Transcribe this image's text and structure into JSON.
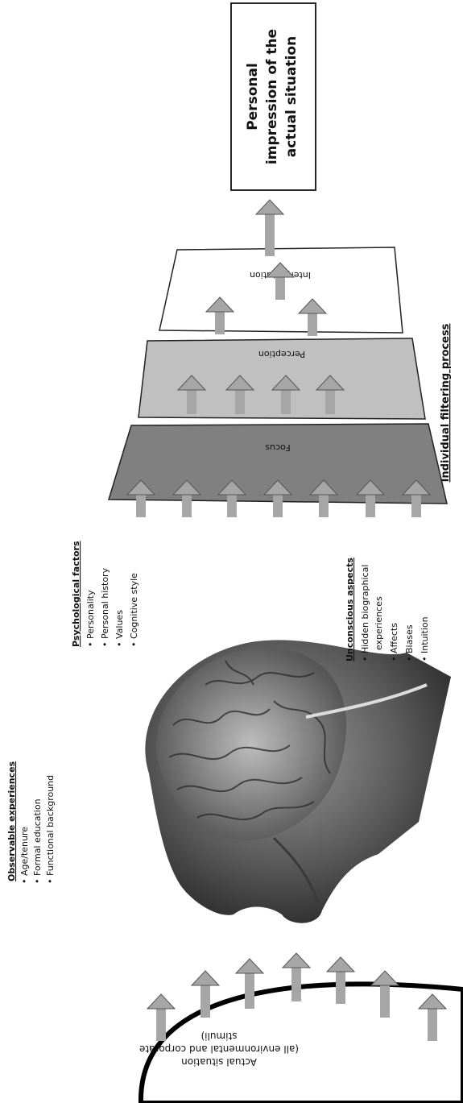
{
  "title": "Individual filtering process",
  "observable": {
    "heading": "Observable experiences",
    "items": [
      "• Age/tenure",
      "• Formal education",
      "• Functional background"
    ]
  },
  "psychological": {
    "heading": "Psychological factors",
    "items": [
      "•  Personality",
      "•  Personal history",
      "•  Values",
      "•  Cognitive style"
    ]
  },
  "unconscious": {
    "heading": "Unconscious aspects",
    "items": [
      "•  Hidden biographical",
      "    experiences",
      "•  Affects",
      "•  Biases",
      "•  Intuition"
    ]
  },
  "layers": {
    "focus": "Focus",
    "perception": "Perception",
    "interpretation": "Interpretation"
  },
  "result": {
    "lines": [
      "Personal",
      "impression of the",
      "actual situation"
    ]
  },
  "situation": {
    "lines": [
      "Actual situation",
      "(all environmental and corporate",
      "stimuli)"
    ]
  },
  "colors": {
    "arrow": "#a6a6a6",
    "focus_fill": "#808080",
    "perception_fill": "#c0c0c0",
    "interpretation_fill": "#ffffff"
  }
}
